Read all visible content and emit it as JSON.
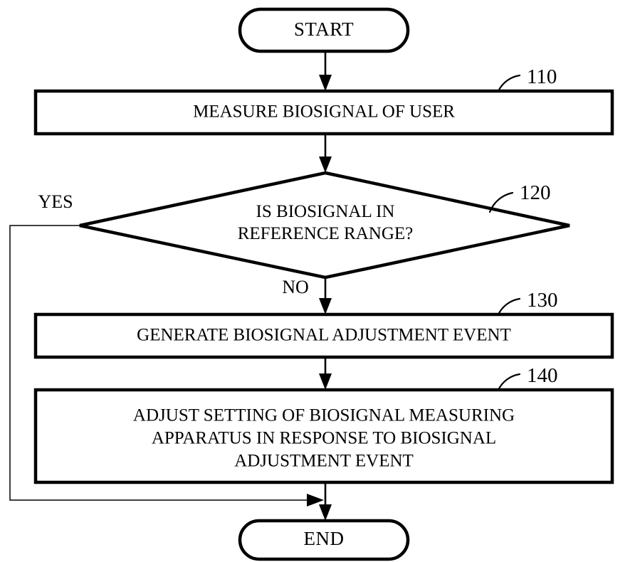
{
  "diagram": {
    "type": "flowchart",
    "title": "Biosignal measurement adjustment process flowchart",
    "colors": {
      "stroke": "#000000",
      "fill": "#ffffff",
      "background": "#ffffff"
    },
    "nodes": {
      "start": {
        "shape": "terminal",
        "label": "START"
      },
      "step_110": {
        "shape": "process",
        "label": "MEASURE BIOSIGNAL OF USER",
        "ref": "110"
      },
      "step_120": {
        "shape": "decision",
        "label_line1": "IS BIOSIGNAL IN",
        "label_line2": "REFERENCE RANGE?",
        "ref": "120"
      },
      "step_130": {
        "shape": "process",
        "label": "GENERATE BIOSIGNAL ADJUSTMENT EVENT",
        "ref": "130"
      },
      "step_140": {
        "shape": "process",
        "label_line1": "ADJUST SETTING OF BIOSIGNAL MEASURING",
        "label_line2": "APPARATUS IN RESPONSE TO BIOSIGNAL",
        "label_line3": "ADJUSTMENT EVENT",
        "ref": "140"
      },
      "end": {
        "shape": "terminal",
        "label": "END"
      }
    },
    "branches": {
      "yes": "YES",
      "no": "NO"
    }
  }
}
